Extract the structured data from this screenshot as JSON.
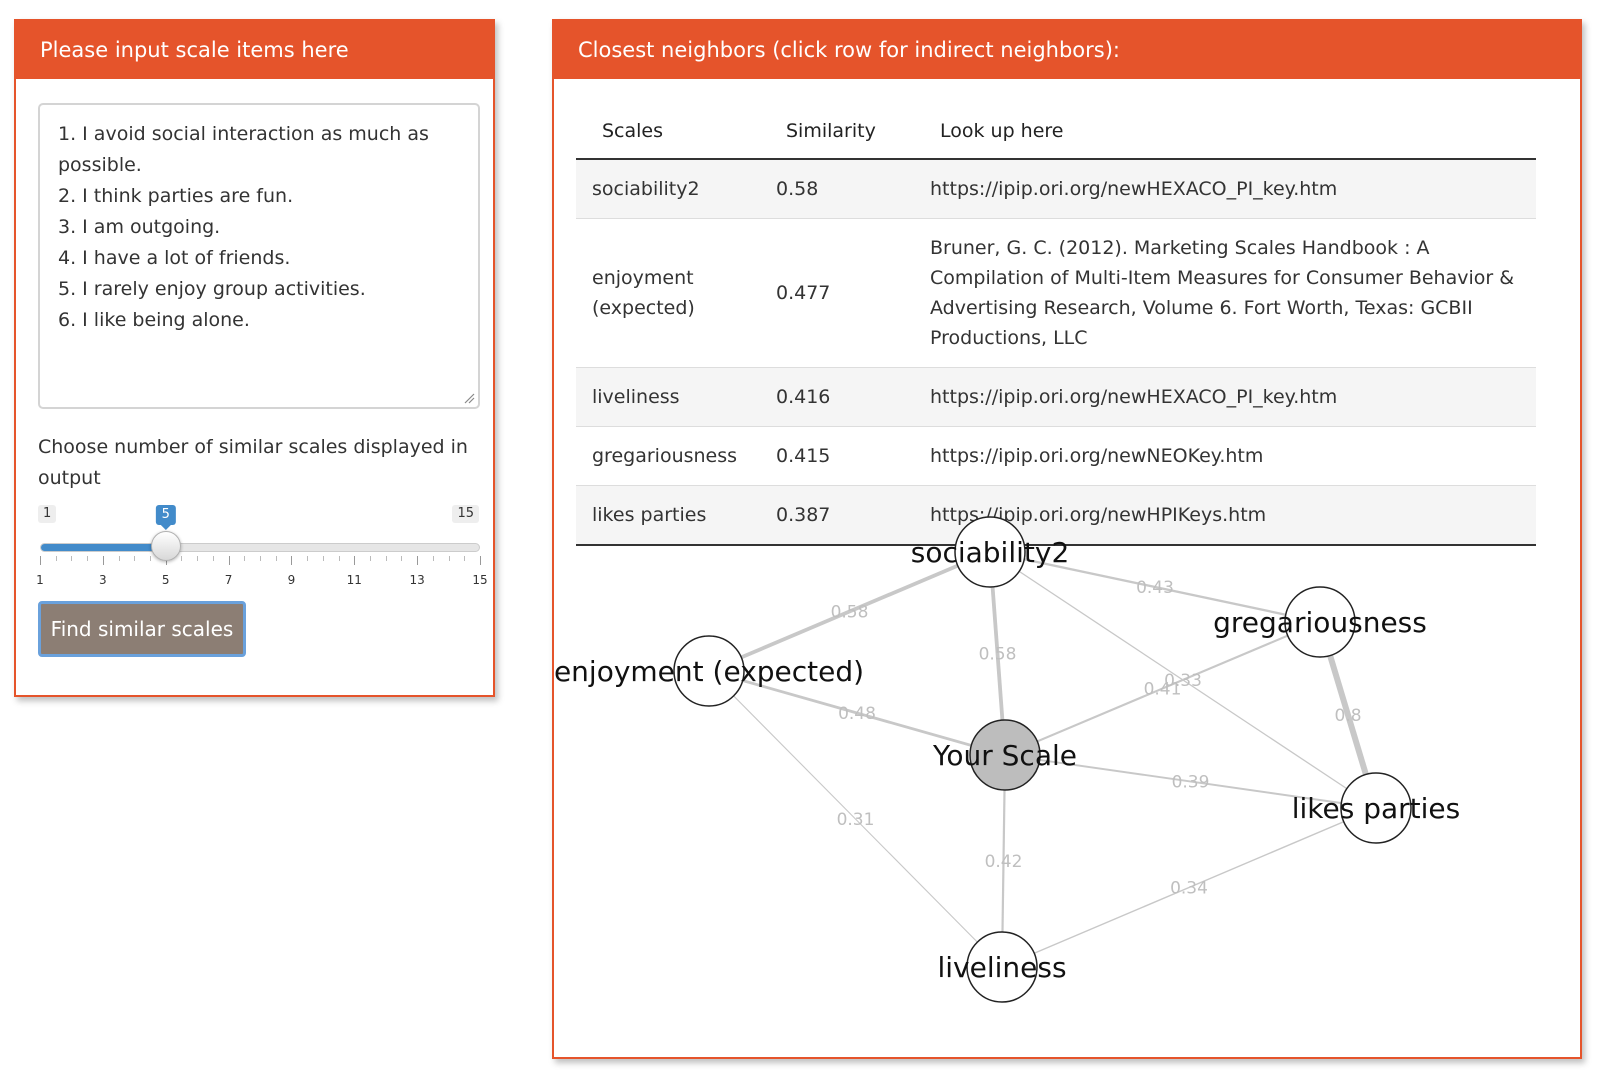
{
  "left_panel": {
    "title": "Please input scale items here",
    "items": [
      "1. I avoid social interaction as much as",
      "possible.",
      "2. I think parties are fun.",
      "3. I am outgoing.",
      "4. I have a lot of friends.",
      "5. I rarely enjoy group activities.",
      "6. I like being alone."
    ],
    "slider": {
      "label": "Choose number of similar scales displayed in output",
      "min": 1,
      "max": 15,
      "value": 5,
      "min_label": "1",
      "max_label": "15",
      "value_label": "5",
      "tick_labels": [
        "1",
        "3",
        "5",
        "7",
        "9",
        "11",
        "13",
        "15"
      ]
    },
    "button_label": "Find similar scales"
  },
  "right_panel": {
    "title": "Closest neighbors (click row for indirect neighbors):",
    "table": {
      "headers": [
        "Scales",
        "Similarity",
        "Look up here"
      ],
      "rows": [
        {
          "scale": "sociability2",
          "similarity": "0.58",
          "lookup": "https://ipip.ori.org/newHEXACO_PI_key.htm"
        },
        {
          "scale": "enjoyment (expected)",
          "similarity": "0.477",
          "lookup": "Bruner, G. C. (2012). Marketing Scales Handbook : A Compilation of Multi-Item Measures for Consumer Behavior & Advertising Research, Volume 6. Fort Worth, Texas: GCBII Productions, LLC"
        },
        {
          "scale": "liveliness",
          "similarity": "0.416",
          "lookup": "https://ipip.ori.org/newHEXACO_PI_key.htm"
        },
        {
          "scale": "gregariousness",
          "similarity": "0.415",
          "lookup": "https://ipip.ori.org/newNEOKey.htm"
        },
        {
          "scale": "likes parties",
          "similarity": "0.387",
          "lookup": "https://ipip.ori.org/newHPIKeys.htm"
        }
      ]
    },
    "network": {
      "nodes": [
        {
          "id": "sociability2",
          "label": "sociability2",
          "center": false
        },
        {
          "id": "gregariousness",
          "label": "gregariousness",
          "center": false
        },
        {
          "id": "enjoyment",
          "label": "enjoyment (expected)",
          "center": false
        },
        {
          "id": "your_scale",
          "label": "Your Scale",
          "center": true
        },
        {
          "id": "likes_parties",
          "label": "likes parties",
          "center": false
        },
        {
          "id": "liveliness",
          "label": "liveliness",
          "center": false
        }
      ],
      "edges": [
        {
          "from": "sociability2",
          "to": "enjoyment",
          "weight": 0.58,
          "label": "0.58"
        },
        {
          "from": "sociability2",
          "to": "gregariousness",
          "weight": 0.43,
          "label": "0.43"
        },
        {
          "from": "sociability2",
          "to": "your_scale",
          "weight": 0.58,
          "label": "0.58"
        },
        {
          "from": "sociability2",
          "to": "likes_parties",
          "weight": 0.33,
          "label": "0.33"
        },
        {
          "from": "enjoyment",
          "to": "your_scale",
          "weight": 0.48,
          "label": "0.48"
        },
        {
          "from": "enjoyment",
          "to": "liveliness",
          "weight": 0.31,
          "label": "0.31"
        },
        {
          "from": "gregariousness",
          "to": "your_scale",
          "weight": 0.41,
          "label": "0.41"
        },
        {
          "from": "gregariousness",
          "to": "likes_parties",
          "weight": 0.8,
          "label": "0.8"
        },
        {
          "from": "your_scale",
          "to": "likes_parties",
          "weight": 0.39,
          "label": "0.39"
        },
        {
          "from": "your_scale",
          "to": "liveliness",
          "weight": 0.42,
          "label": "0.42"
        },
        {
          "from": "liveliness",
          "to": "likes_parties",
          "weight": 0.34,
          "label": "0.34"
        }
      ]
    }
  },
  "colors": {
    "accent": "#e5542b",
    "slider_blue": "#428bca",
    "button_bg": "#8c7e74",
    "center_node": "#bdbdbd",
    "edge": "#c8c8c8"
  }
}
